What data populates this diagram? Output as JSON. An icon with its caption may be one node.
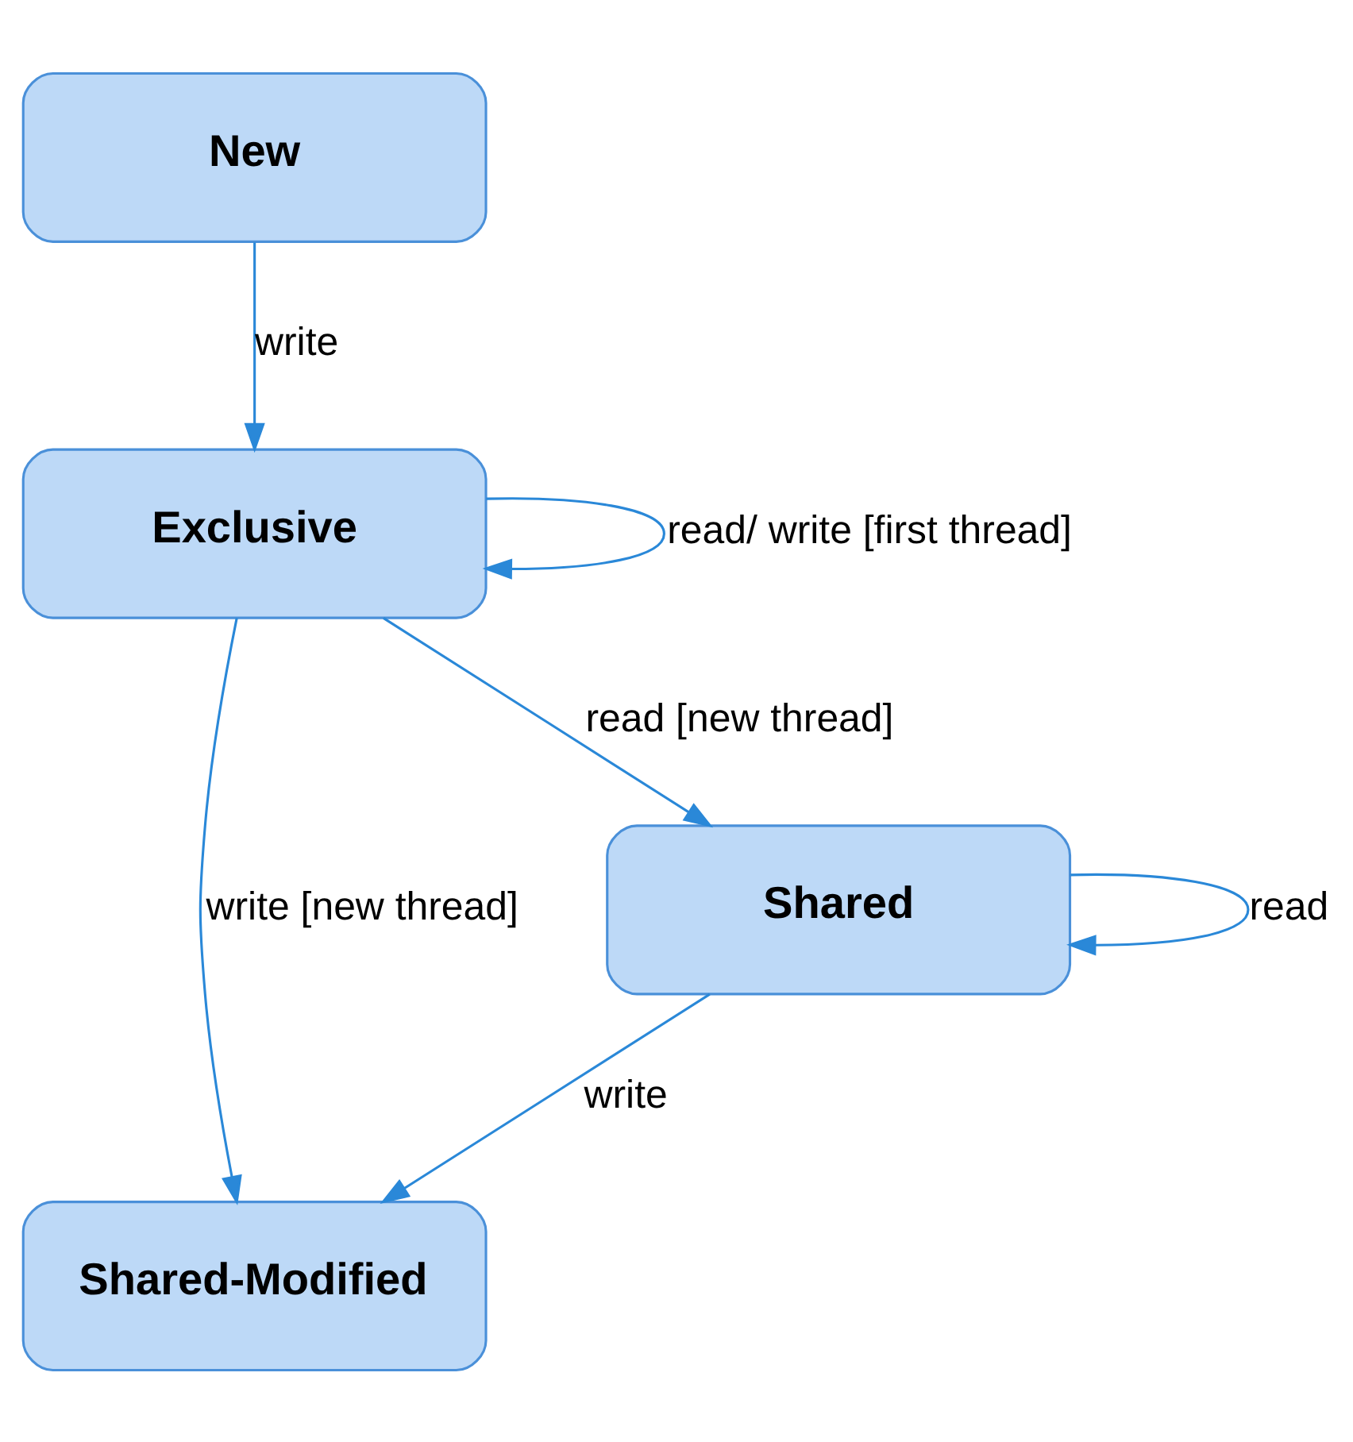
{
  "diagram": {
    "nodes": [
      {
        "text": [
          "New"
        ]
      },
      {
        "text": [
          "Exclusive"
        ]
      },
      {
        "text": [
          "Shared-Modified"
        ]
      },
      {
        "text": [
          "Shared"
        ]
      }
    ],
    "edges": [
      {
        "from": 0,
        "to": 1,
        "arrow": "to",
        "label": "write"
      },
      {
        "from": 1,
        "to": 1,
        "arrow": "to",
        "label": "read/ write [first thread]"
      },
      {
        "from": 1,
        "to": 3,
        "arrow": "to",
        "label": "read [new thread]"
      },
      {
        "from": 1,
        "to": 2,
        "arrow": "to",
        "label": "write [new thread]"
      },
      {
        "from": 3,
        "to": 2,
        "arrow": "to",
        "label": "write"
      },
      {
        "from": 3,
        "to": 3,
        "arrow": "to",
        "label": "read"
      }
    ]
  }
}
